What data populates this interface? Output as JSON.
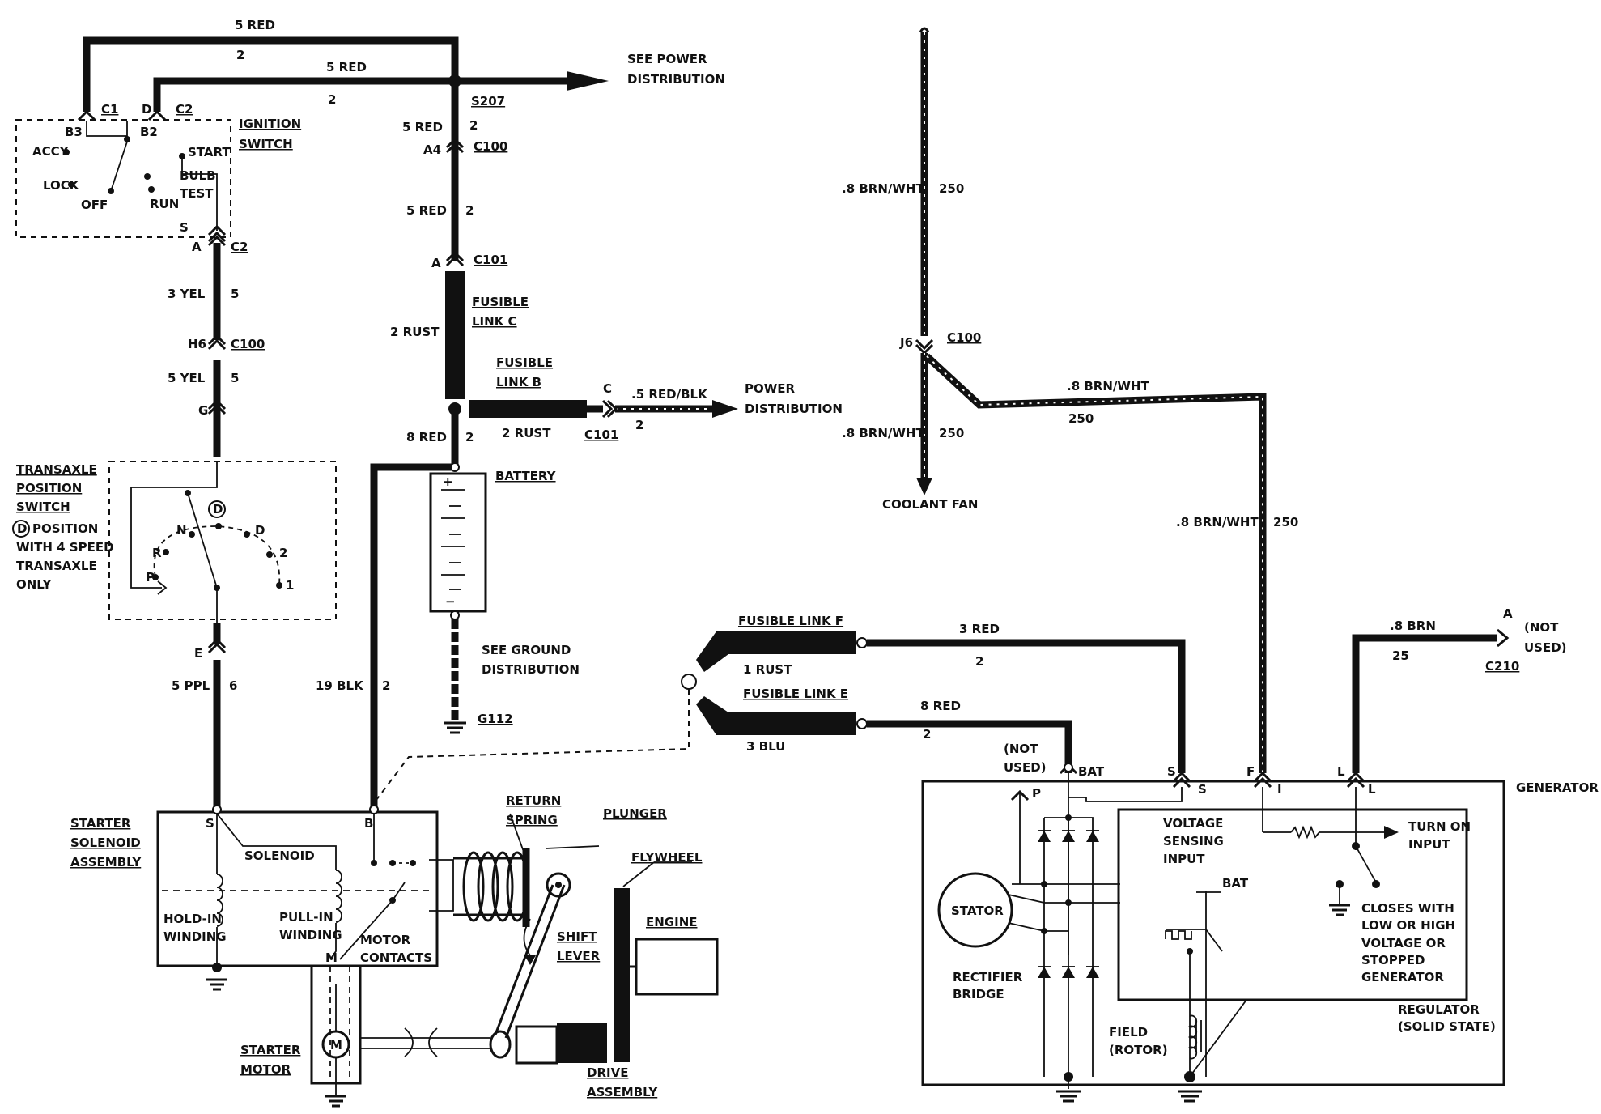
{
  "labels": {
    "top_5red_a": "5 RED",
    "top_2_a": "2",
    "top_5red_b": "5 RED",
    "top_2_b": "2",
    "see_power_1": "SEE POWER",
    "see_power_2": "DISTRIBUTION",
    "s207": "S207",
    "c1": "C1",
    "c2_top": "C2",
    "d": "D",
    "b3": "B3",
    "b2": "B2",
    "ign_1": "IGNITION",
    "ign_2": "SWITCH",
    "accy": "ACCY",
    "lock": "LOCK",
    "off": "OFF",
    "start": "START",
    "bulb": "BULB",
    "test": "TEST",
    "run": "RUN",
    "s": "S",
    "a_c2": "A",
    "c2_bot": "C2",
    "yel3": "3 YEL",
    "yel3_n": "5",
    "h6": "H6",
    "c100_a": "C100",
    "yel5": "5 YEL",
    "yel5_n": "5",
    "g": "G",
    "tps_1": "TRANSAXLE",
    "tps_2": "POSITION",
    "tps_3": "SWITCH",
    "tps_4": "POSITION",
    "tps_5": "WITH 4 SPEED",
    "tps_6": "TRANSAXLE",
    "tps_7": "ONLY",
    "d_circle": "D",
    "d_circle_2": "D",
    "n": "N",
    "r": "R",
    "p": "P",
    "d_pos": "D",
    "pos2": "2",
    "pos1": "1",
    "e": "E",
    "ppl": "5 PPL",
    "ppl_n": "6",
    "red5_c100": "5 RED",
    "red5_c100_n": "2",
    "a4": "A4",
    "c100_b": "C100",
    "red5_c101": "5 RED",
    "red5_c101_n": "2",
    "a_c101": "A",
    "c101_a": "C101",
    "rust2": "2 RUST",
    "flc_1": "FUSIBLE",
    "flc_2": "LINK C",
    "flb_1": "FUSIBLE",
    "flb_2": "LINK B",
    "c_c101": "C",
    "redblk": ".5 RED/BLK",
    "redblk_n": "2",
    "c101_b": "C101",
    "rust2b": "2 RUST",
    "pd_1": "POWER",
    "pd_2": "DISTRIBUTION",
    "red8": "8 RED",
    "red8_n": "2",
    "battery": "BATTERY",
    "see_gnd_1": "SEE GROUND",
    "see_gnd_2": "DISTRIBUTION",
    "g112": "G112",
    "blk19": "19 BLK",
    "blk19_n": "2",
    "brnwht_1": ".8 BRN/WHT",
    "n250_1": "250",
    "j6": "J6",
    "c100_c": "C100",
    "brnwht_2": ".8 BRN/WHT",
    "n250_2": "250",
    "brnwht_3": ".8 BRN/WHT",
    "n250_3": "250",
    "brnwht_4": ".8 BRN/WHT",
    "n250_4": "250",
    "coolant_fan": "COOLANT FAN",
    "flf": "FUSIBLE LINK F",
    "rust1": "1 RUST",
    "red3": "3 RED",
    "red3_n": "2",
    "fle": "FUSIBLE LINK E",
    "blu3": "3 BLU",
    "red8b": "8 RED",
    "red8b_n": "2",
    "brn8": ".8 BRN",
    "brn8_n": "25",
    "a_c210": "A",
    "not_used_1": "(NOT",
    "not_used_2": "USED)",
    "c210": "C210",
    "gen_not_1": "(NOT",
    "gen_not_2": "USED)",
    "bat_term": "BAT",
    "s_term": "S",
    "f_term": "F",
    "l_term": "L",
    "p_in": "P",
    "s_in": "S",
    "i_in": "I",
    "l_in": "L",
    "generator": "GENERATOR",
    "vsi_1": "VOLTAGE",
    "vsi_2": "SENSING",
    "vsi_3": "INPUT",
    "bat_in": "BAT",
    "turn_on_1": "TURN ON",
    "turn_on_2": "INPUT",
    "closes_1": "CLOSES WITH",
    "closes_2": "LOW OR HIGH",
    "closes_3": "VOLTAGE OR",
    "closes_4": "STOPPED",
    "closes_5": "GENERATOR",
    "stator": "STATOR",
    "rect_1": "RECTIFIER",
    "rect_2": "BRIDGE",
    "field_1": "FIELD",
    "field_2": "(ROTOR)",
    "reg_1": "REGULATOR",
    "reg_2": "(SOLID STATE)",
    "ssa_1": "STARTER",
    "ssa_2": "SOLENOID",
    "ssa_3": "ASSEMBLY",
    "sol_s": "S",
    "sol_b": "B",
    "sol_m": "M",
    "solenoid": "SOLENOID",
    "holdin_1": "HOLD-IN",
    "holdin_2": "WINDING",
    "pullin_1": "PULL-IN",
    "pullin_2": "WINDING",
    "motor_c_1": "MOTOR",
    "motor_c_2": "CONTACTS",
    "ret_1": "RETURN",
    "ret_2": "SPRING",
    "plunger": "PLUNGER",
    "flywheel": "FLYWHEEL",
    "engine": "ENGINE",
    "shift_1": "SHIFT",
    "shift_2": "LEVER",
    "sm_1": "STARTER",
    "sm_2": "MOTOR",
    "m_sym": "M",
    "drive_1": "DRIVE",
    "drive_2": "ASSEMBLY"
  }
}
